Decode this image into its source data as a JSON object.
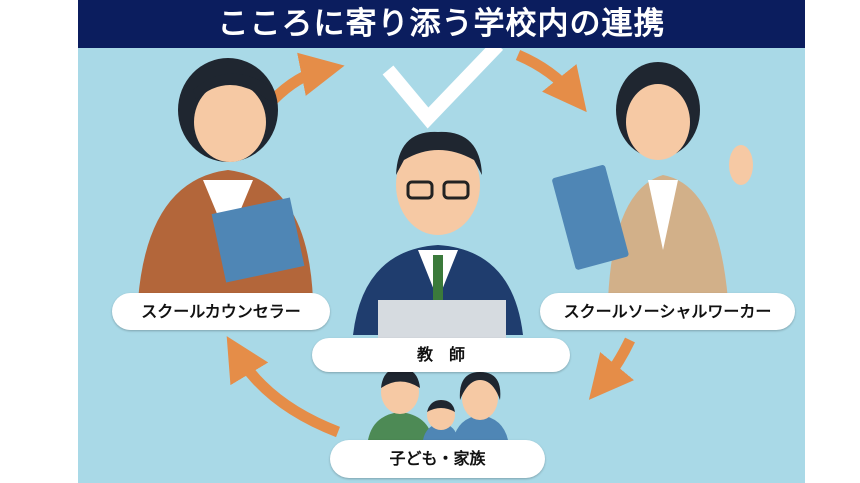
{
  "title": "こころに寄り添う学校内の連携",
  "roles": {
    "counselor": "スクールカウンセラー",
    "social_worker": "スクールソーシャルワーカー",
    "teacher": "教　師",
    "family": "子ども・家族"
  },
  "colors": {
    "background": "#a9d9e7",
    "title_bar": "#0b1d5e",
    "arrow": "#e58d48"
  }
}
